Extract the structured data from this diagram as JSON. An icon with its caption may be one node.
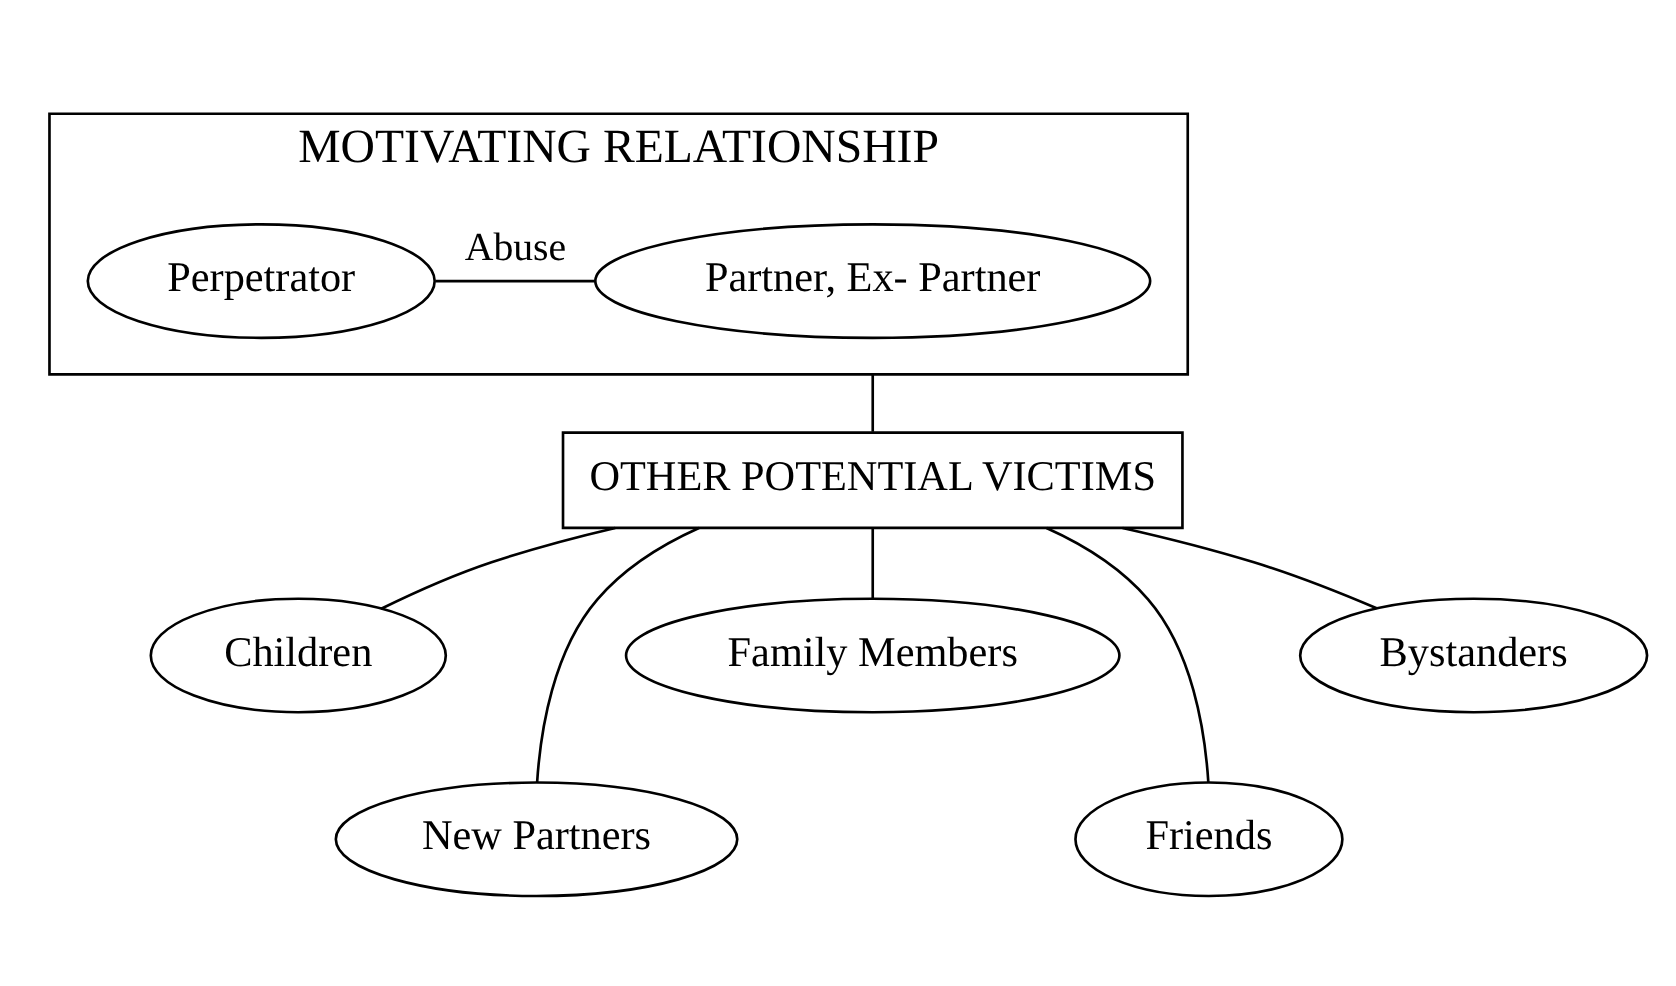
{
  "diagram": {
    "nodes": [
      {
        "text": [
          "MOTIVATING RELATIONSHIP"
        ]
      },
      {
        "text": [
          "Perpetrator"
        ],
        "in": 0
      },
      {
        "text": [
          "Partner, Ex- Partner"
        ],
        "in": 0
      },
      {
        "text": [
          "OTHER POTENTIAL VICTIMS"
        ]
      },
      {
        "text": [
          "Children"
        ]
      },
      {
        "text": [
          "New Partners"
        ]
      },
      {
        "text": [
          "Family Members"
        ]
      },
      {
        "text": [
          "Friends"
        ]
      },
      {
        "text": [
          "Bystanders"
        ]
      }
    ],
    "edges": [
      {
        "from": 1,
        "to": 2,
        "arrow": "none",
        "label": "Abuse"
      },
      {
        "from": 0,
        "to": 3,
        "arrow": "none"
      },
      {
        "from": 3,
        "to": 4,
        "arrow": "none"
      },
      {
        "from": 3,
        "to": 5,
        "arrow": "none"
      },
      {
        "from": 3,
        "to": 6,
        "arrow": "none"
      },
      {
        "from": 3,
        "to": 7,
        "arrow": "none"
      },
      {
        "from": 3,
        "to": 8,
        "arrow": "none"
      }
    ]
  }
}
